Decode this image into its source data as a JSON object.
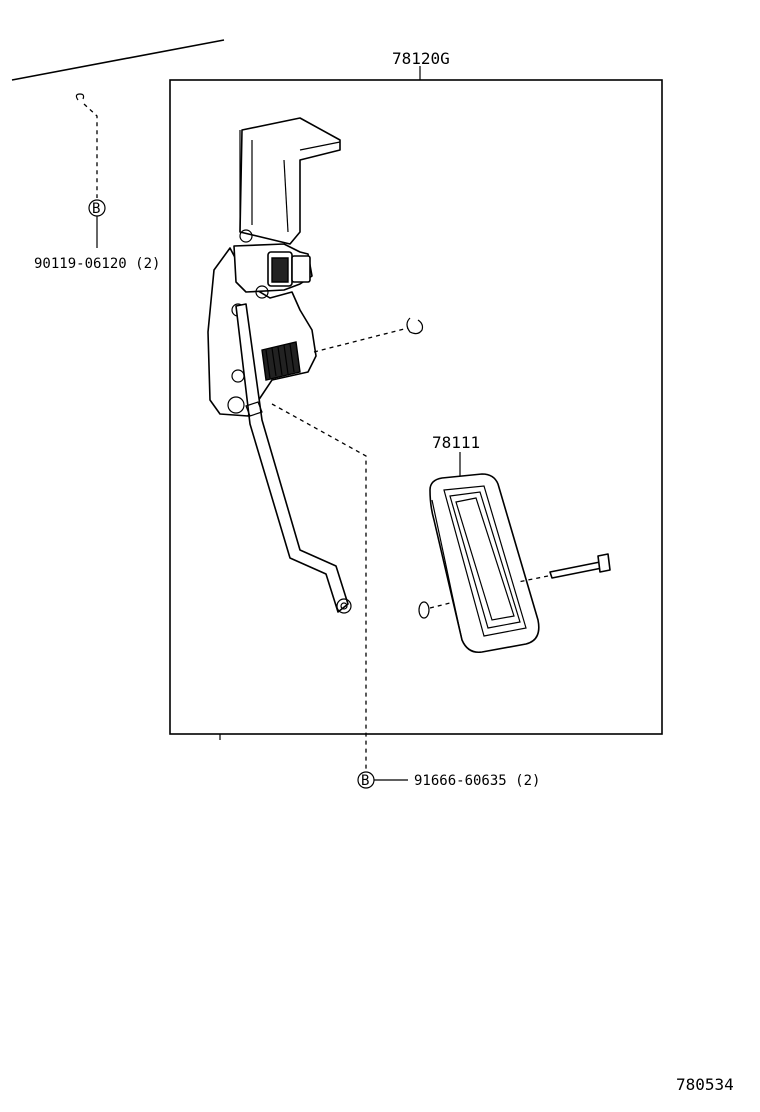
{
  "labels": {
    "assembly": "78120G",
    "pad": "78111",
    "bolt_left": "90119-06120 (2)",
    "bolt_bottom": "91666-60635 (2)",
    "ref_code": "780534"
  },
  "markers": {
    "ref_letter": "B"
  }
}
